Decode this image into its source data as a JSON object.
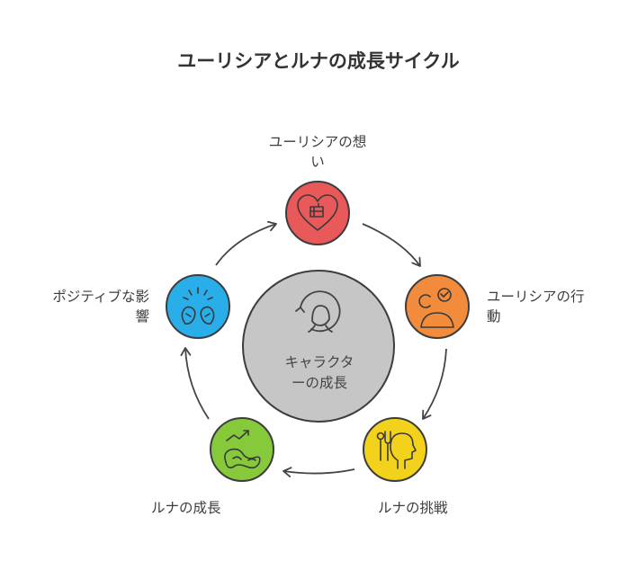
{
  "title": "ユーリシアとルナの成長サイクル",
  "center": {
    "label_line1": "キャラクタ",
    "label_line2": "ーの成長",
    "icon": "face-cycle-icon"
  },
  "nodes": [
    {
      "id": "thoughts",
      "label_line1": "ユーリシアの想",
      "label_line2": "い",
      "icon": "heart-box-icon",
      "color": "#e9595a"
    },
    {
      "id": "actions",
      "label_line1": "ユーリシアの行",
      "label_line2": "動",
      "icon": "person-thinking-icon",
      "color": "#f28c3c"
    },
    {
      "id": "challenge",
      "label_line1": "ルナの挑戦",
      "icon": "head-utensils-icon",
      "color": "#f3d21b"
    },
    {
      "id": "growth",
      "label_line1": "ルナの成長",
      "icon": "growth-chart-icon",
      "color": "#86c93a"
    },
    {
      "id": "influence",
      "label_line1": "ポジティブな影",
      "label_line2": "響",
      "icon": "hands-sparkle-icon",
      "color": "#29aee9"
    }
  ]
}
